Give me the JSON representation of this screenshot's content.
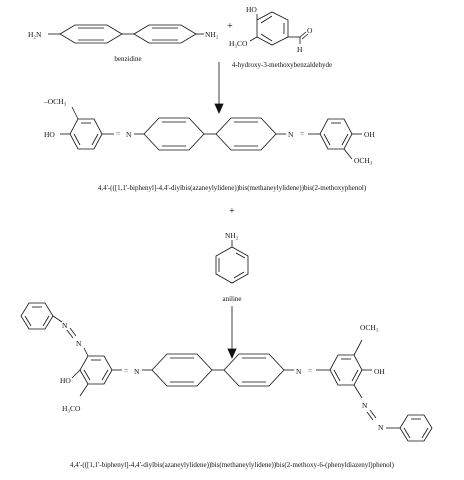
{
  "reaction": {
    "reactant1_name": "benzidine",
    "reactant2_name": "4-hydroxy-3-methoxybenzaldehyde",
    "plus1": "+",
    "intermediate_name": "4,4'-(([1,1'-biphenyl]-4,4'-diylbis(azaneylylidene))bis(methaneylylidene))bis(2-methoxyphenol)",
    "plus2": "+",
    "reagent_name": "aniline",
    "product_name": "4,4'-(([1,1'-biphenyl]-4,4'-diylbis(azaneylylidene))bis(methaneylylidene))bis(2-methoxy-6-(phenyldiazenyl)phenol)"
  },
  "atoms": {
    "r1_nh2_left": "H₂N",
    "r1_nh2_right": "NH₂",
    "r2_ho": "HO",
    "r2_h3co": "H₃CO",
    "r2_o": "O",
    "r2_h": "H",
    "i_och3": "–OCH₃",
    "i_ho": "HO",
    "i_eq_left": "=",
    "i_n_left": "N",
    "i_n_right": "N",
    "i_eq_right": "=",
    "i_oh": "OH",
    "i_och3_b": "OCH₃",
    "a_nh2": "NH₂",
    "p_n_top1": "N",
    "p_n_top2": "N",
    "p_ho": "HO",
    "p_h3co": "H₃CO",
    "p_eq_left": "=",
    "p_n_left": "N",
    "p_n_right": "N",
    "p_eq_right": "=",
    "p_och3": "OCH₃",
    "p_oh": "OH",
    "p_n_bot1": "N",
    "p_n_bot2": "N"
  }
}
